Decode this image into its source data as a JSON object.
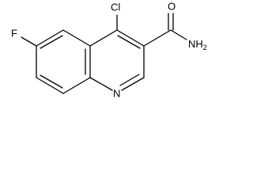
{
  "molecule": {
    "atoms": {
      "chlorine": "Cl",
      "fluorine": "F",
      "ring_nitrogen": "N",
      "carbonyl_oxygen": "O",
      "amide_nitrogen": "NH",
      "amide_h_count": "2"
    },
    "colors": {
      "bond": "#000000",
      "label": "#000000",
      "background": "#ffffff"
    }
  }
}
